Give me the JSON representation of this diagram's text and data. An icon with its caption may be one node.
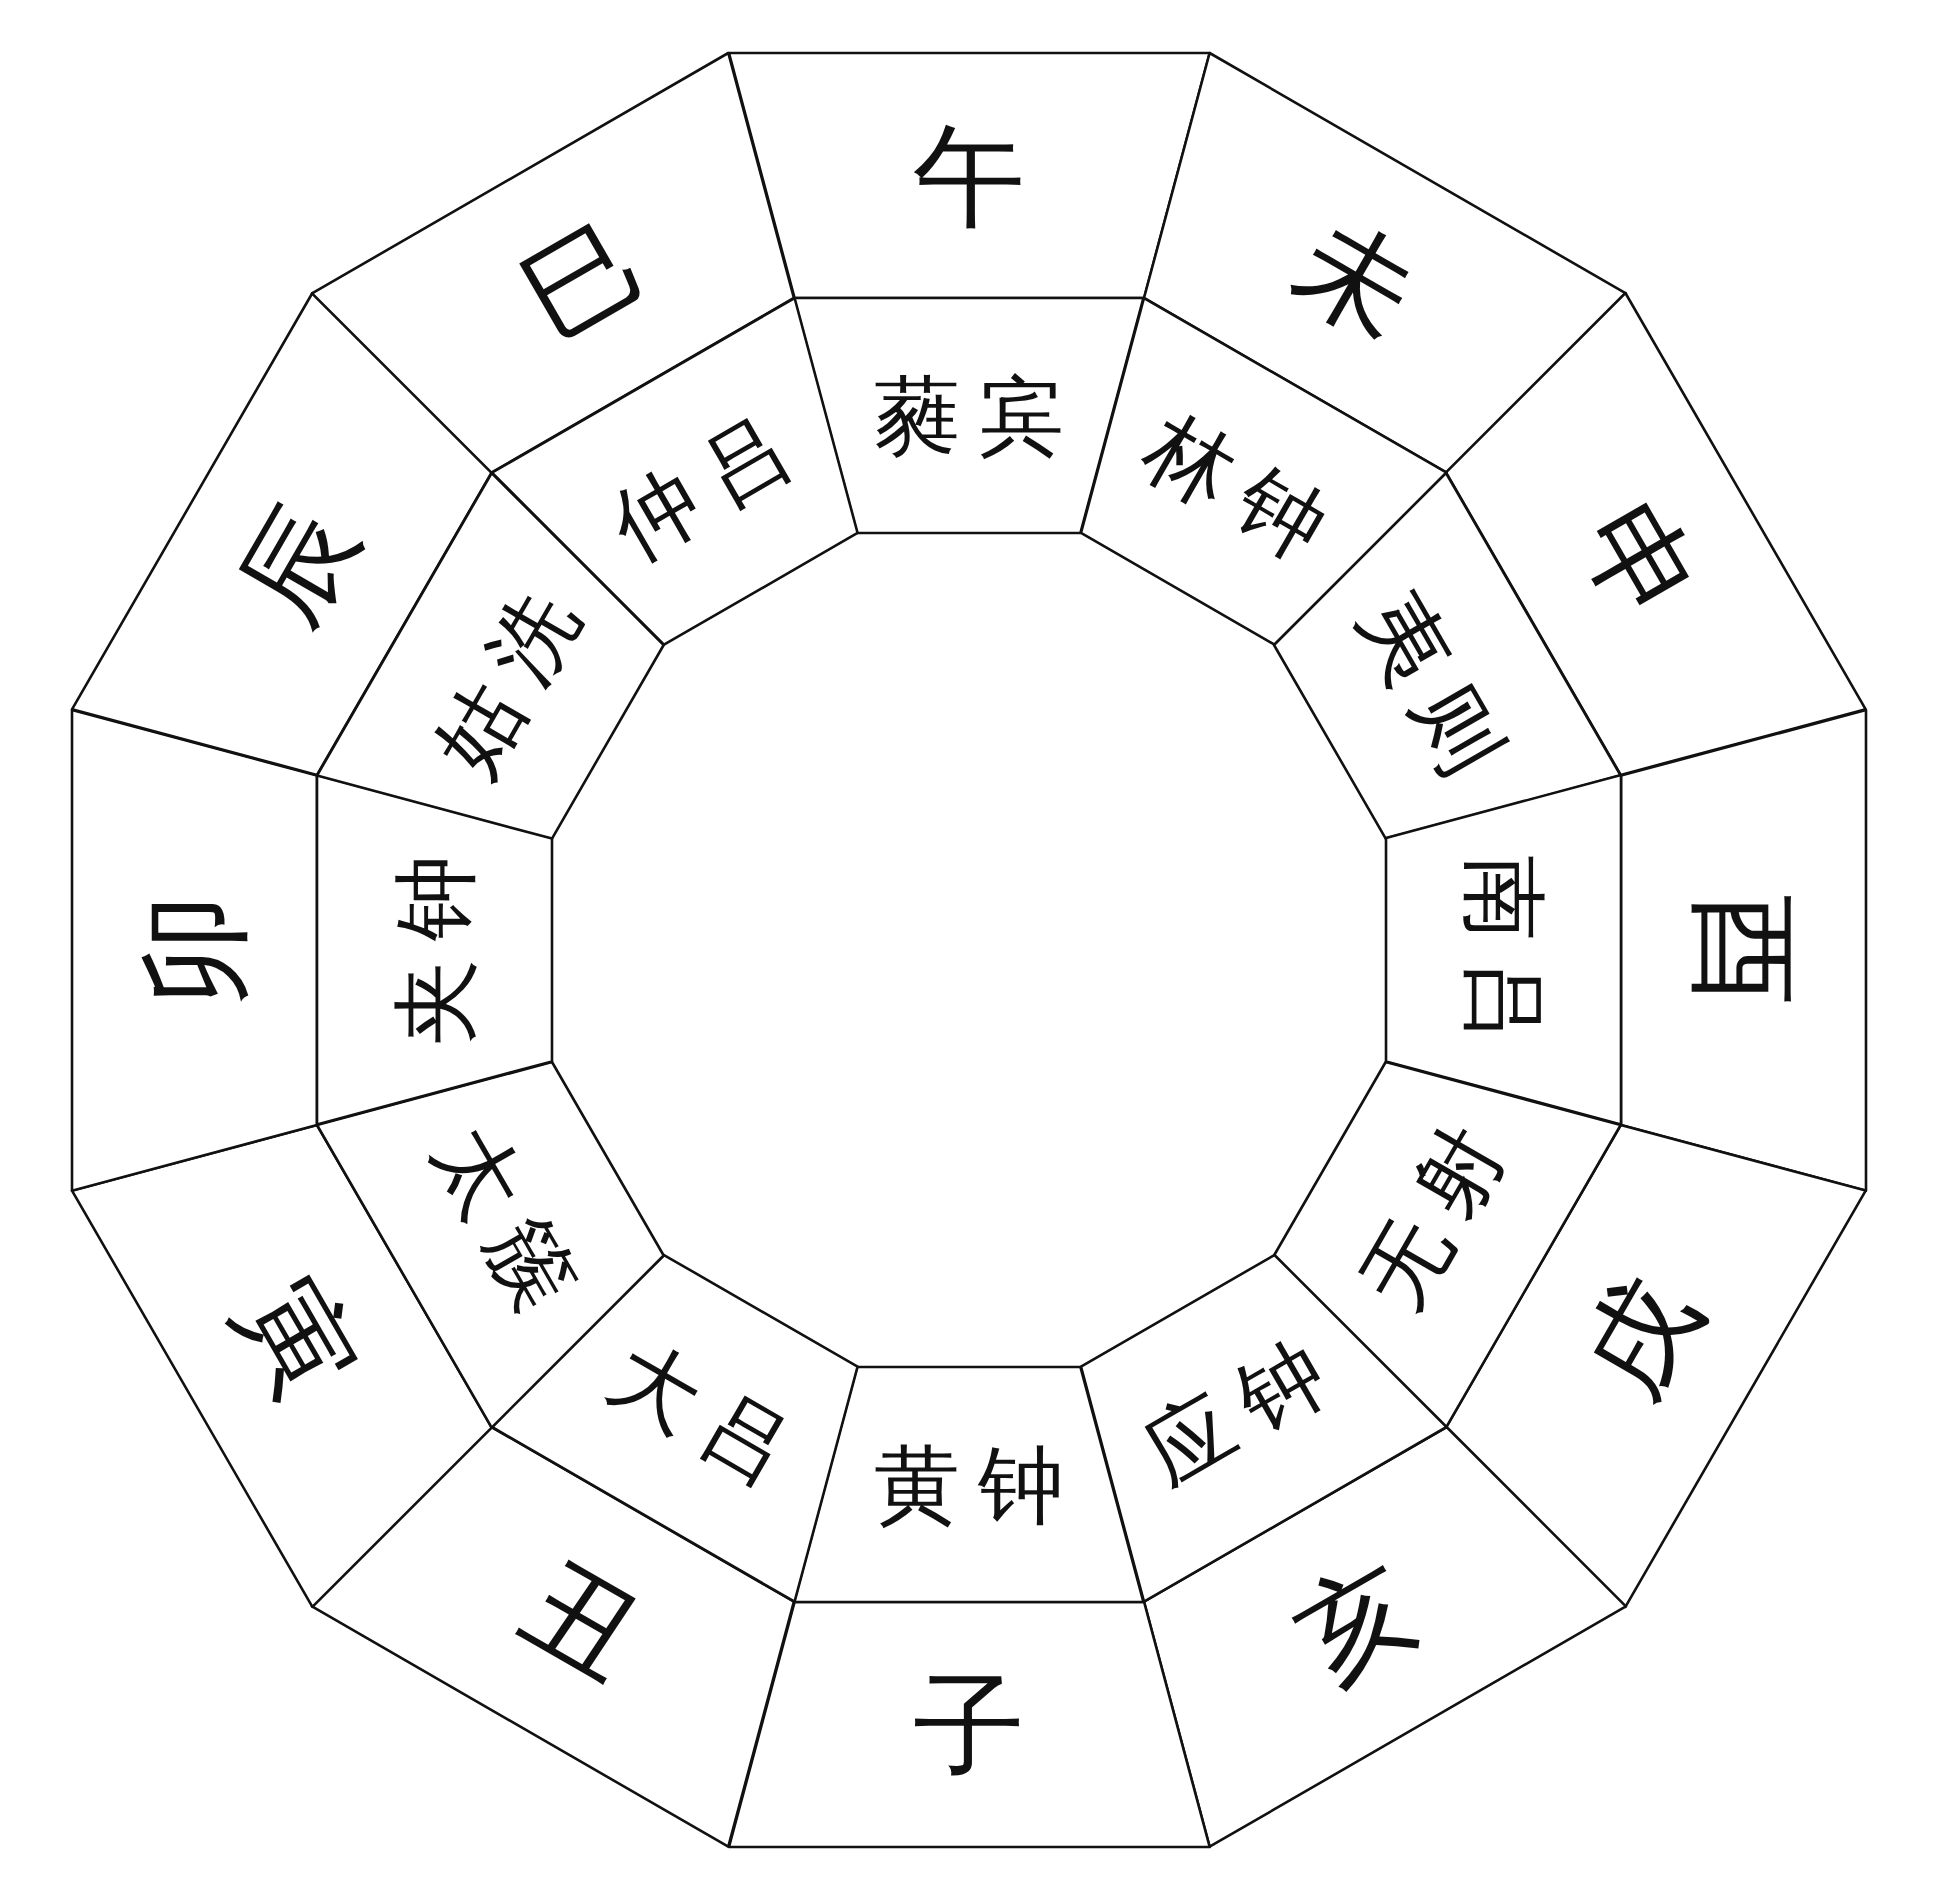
{
  "diagram": {
    "nodes": [
      {
        "text": [
          "午"
        ]
      },
      {
        "text": [
          "未"
        ]
      },
      {
        "text": [
          "申"
        ]
      },
      {
        "text": [
          "酉"
        ]
      },
      {
        "text": [
          "戌"
        ]
      },
      {
        "text": [
          "亥"
        ]
      },
      {
        "text": [
          "子"
        ]
      },
      {
        "text": [
          "丑"
        ]
      },
      {
        "text": [
          "寅"
        ]
      },
      {
        "text": [
          "卯"
        ]
      },
      {
        "text": [
          "辰"
        ]
      },
      {
        "text": [
          "巳"
        ]
      },
      {
        "text": [
          "蕤宾"
        ]
      },
      {
        "text": [
          "林钟"
        ]
      },
      {
        "text": [
          "夷则"
        ]
      },
      {
        "text": [
          "南吕"
        ]
      },
      {
        "text": [
          "无射"
        ]
      },
      {
        "text": [
          "应钟"
        ]
      },
      {
        "text": [
          "黄钟"
        ]
      },
      {
        "text": [
          "大吕"
        ]
      },
      {
        "text": [
          "太簇"
        ]
      },
      {
        "text": [
          "夹钟"
        ]
      },
      {
        "text": [
          "姑洗"
        ]
      },
      {
        "text": [
          "仲吕"
        ]
      }
    ]
  }
}
